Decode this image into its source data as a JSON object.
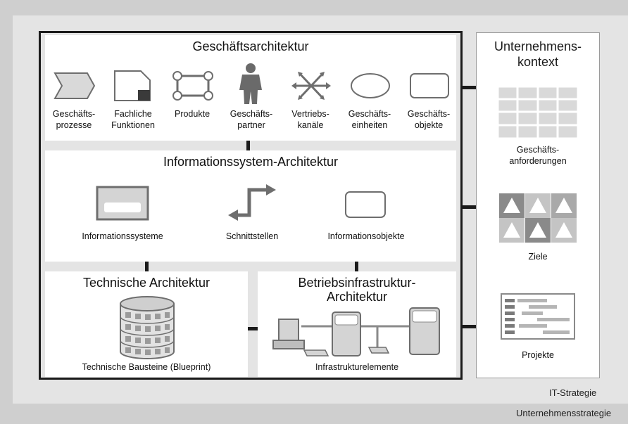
{
  "sections": {
    "geschaefts": {
      "title": "Geschäftsarchitektur",
      "items": [
        {
          "label1": "Geschäfts-",
          "label2": "prozesse",
          "icon": "process-arrow-icon"
        },
        {
          "label1": "Fachliche",
          "label2": "Funktionen",
          "icon": "document-icon"
        },
        {
          "label1": "Produkte",
          "label2": "",
          "icon": "product-frame-icon"
        },
        {
          "label1": "Geschäfts-",
          "label2": "partner",
          "icon": "person-icon"
        },
        {
          "label1": "Vertriebs-",
          "label2": "kanäle",
          "icon": "arrows-out-icon"
        },
        {
          "label1": "Geschäfts-",
          "label2": "einheiten",
          "icon": "ellipse-icon"
        },
        {
          "label1": "Geschäfts-",
          "label2": "objekte",
          "icon": "rounded-rect-icon"
        }
      ]
    },
    "infosys": {
      "title": "Informationssystem-Architektur",
      "items": [
        {
          "label": "Informationssysteme",
          "icon": "window-icon"
        },
        {
          "label": "Schnittstellen",
          "icon": "interface-arrow-icon"
        },
        {
          "label": "Informationsobjekte",
          "icon": "rounded-rect-icon"
        }
      ]
    },
    "technisch": {
      "title": "Technische Architektur",
      "item_label": "Technische Bausteine (Blueprint)",
      "icon": "database-cylinder-icon"
    },
    "betrieb": {
      "title1": "Betriebsinfrastruktur-",
      "title2": "Architektur",
      "item_label": "Infrastrukturelemente",
      "icon": "servers-icon"
    }
  },
  "context": {
    "title1": "Unternehmens-",
    "title2": "kontext",
    "items": [
      {
        "label1": "Geschäfts-",
        "label2": "anforderungen",
        "icon": "grid-table-icon"
      },
      {
        "label1": "Ziele",
        "label2": "",
        "icon": "triangles-icon"
      },
      {
        "label1": "Projekte",
        "label2": "",
        "icon": "gantt-icon"
      }
    ]
  },
  "footer": {
    "it_strategy": "IT-Strategie",
    "company_strategy": "Unternehmensstrategie"
  },
  "colors": {
    "frame": "#1b1b1b",
    "icon_fill": "#d4d4d4",
    "icon_stroke": "#6e6e6e",
    "outer_band": "#cfcfcf",
    "it_band": "#e4e4e4"
  }
}
